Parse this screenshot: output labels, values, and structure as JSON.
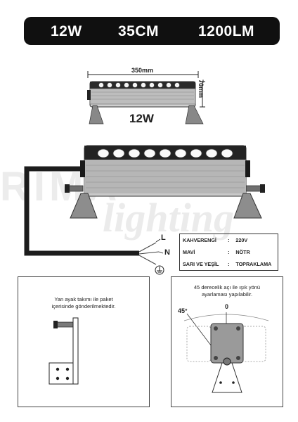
{
  "banner": {
    "power": "12W",
    "length": "35CM",
    "lumen": "1200LM"
  },
  "dimensions": {
    "width": "350mm",
    "height": "70mm",
    "power": "12W"
  },
  "watermark": {
    "brand": "RIMA",
    "tagline": "lighting"
  },
  "wires": {
    "labels": {
      "live": "L",
      "neutral": "N"
    },
    "table": [
      {
        "color": "KAHVERENGİ",
        "sep": ":",
        "value": "220V"
      },
      {
        "color": "MAVİ",
        "sep": ":",
        "value": "NÖTR"
      },
      {
        "color": "SARI VE YEŞİL",
        "sep": ":",
        "value": "TOPRAKLAMA"
      }
    ]
  },
  "panels": {
    "left": {
      "caption_line1": "Yan ayak takımı ile paket",
      "caption_line2": "içerisinde gönderilmektedir."
    },
    "right": {
      "caption_line1": "45 derecelik açı ile ışık yönü",
      "caption_line2": "ayarlaması yapılabilir.",
      "angle_a": "45°",
      "angle_b": "0"
    }
  },
  "colors": {
    "banner": "#101010",
    "body_metal": "#9a9a9a",
    "accent": "#222222"
  }
}
